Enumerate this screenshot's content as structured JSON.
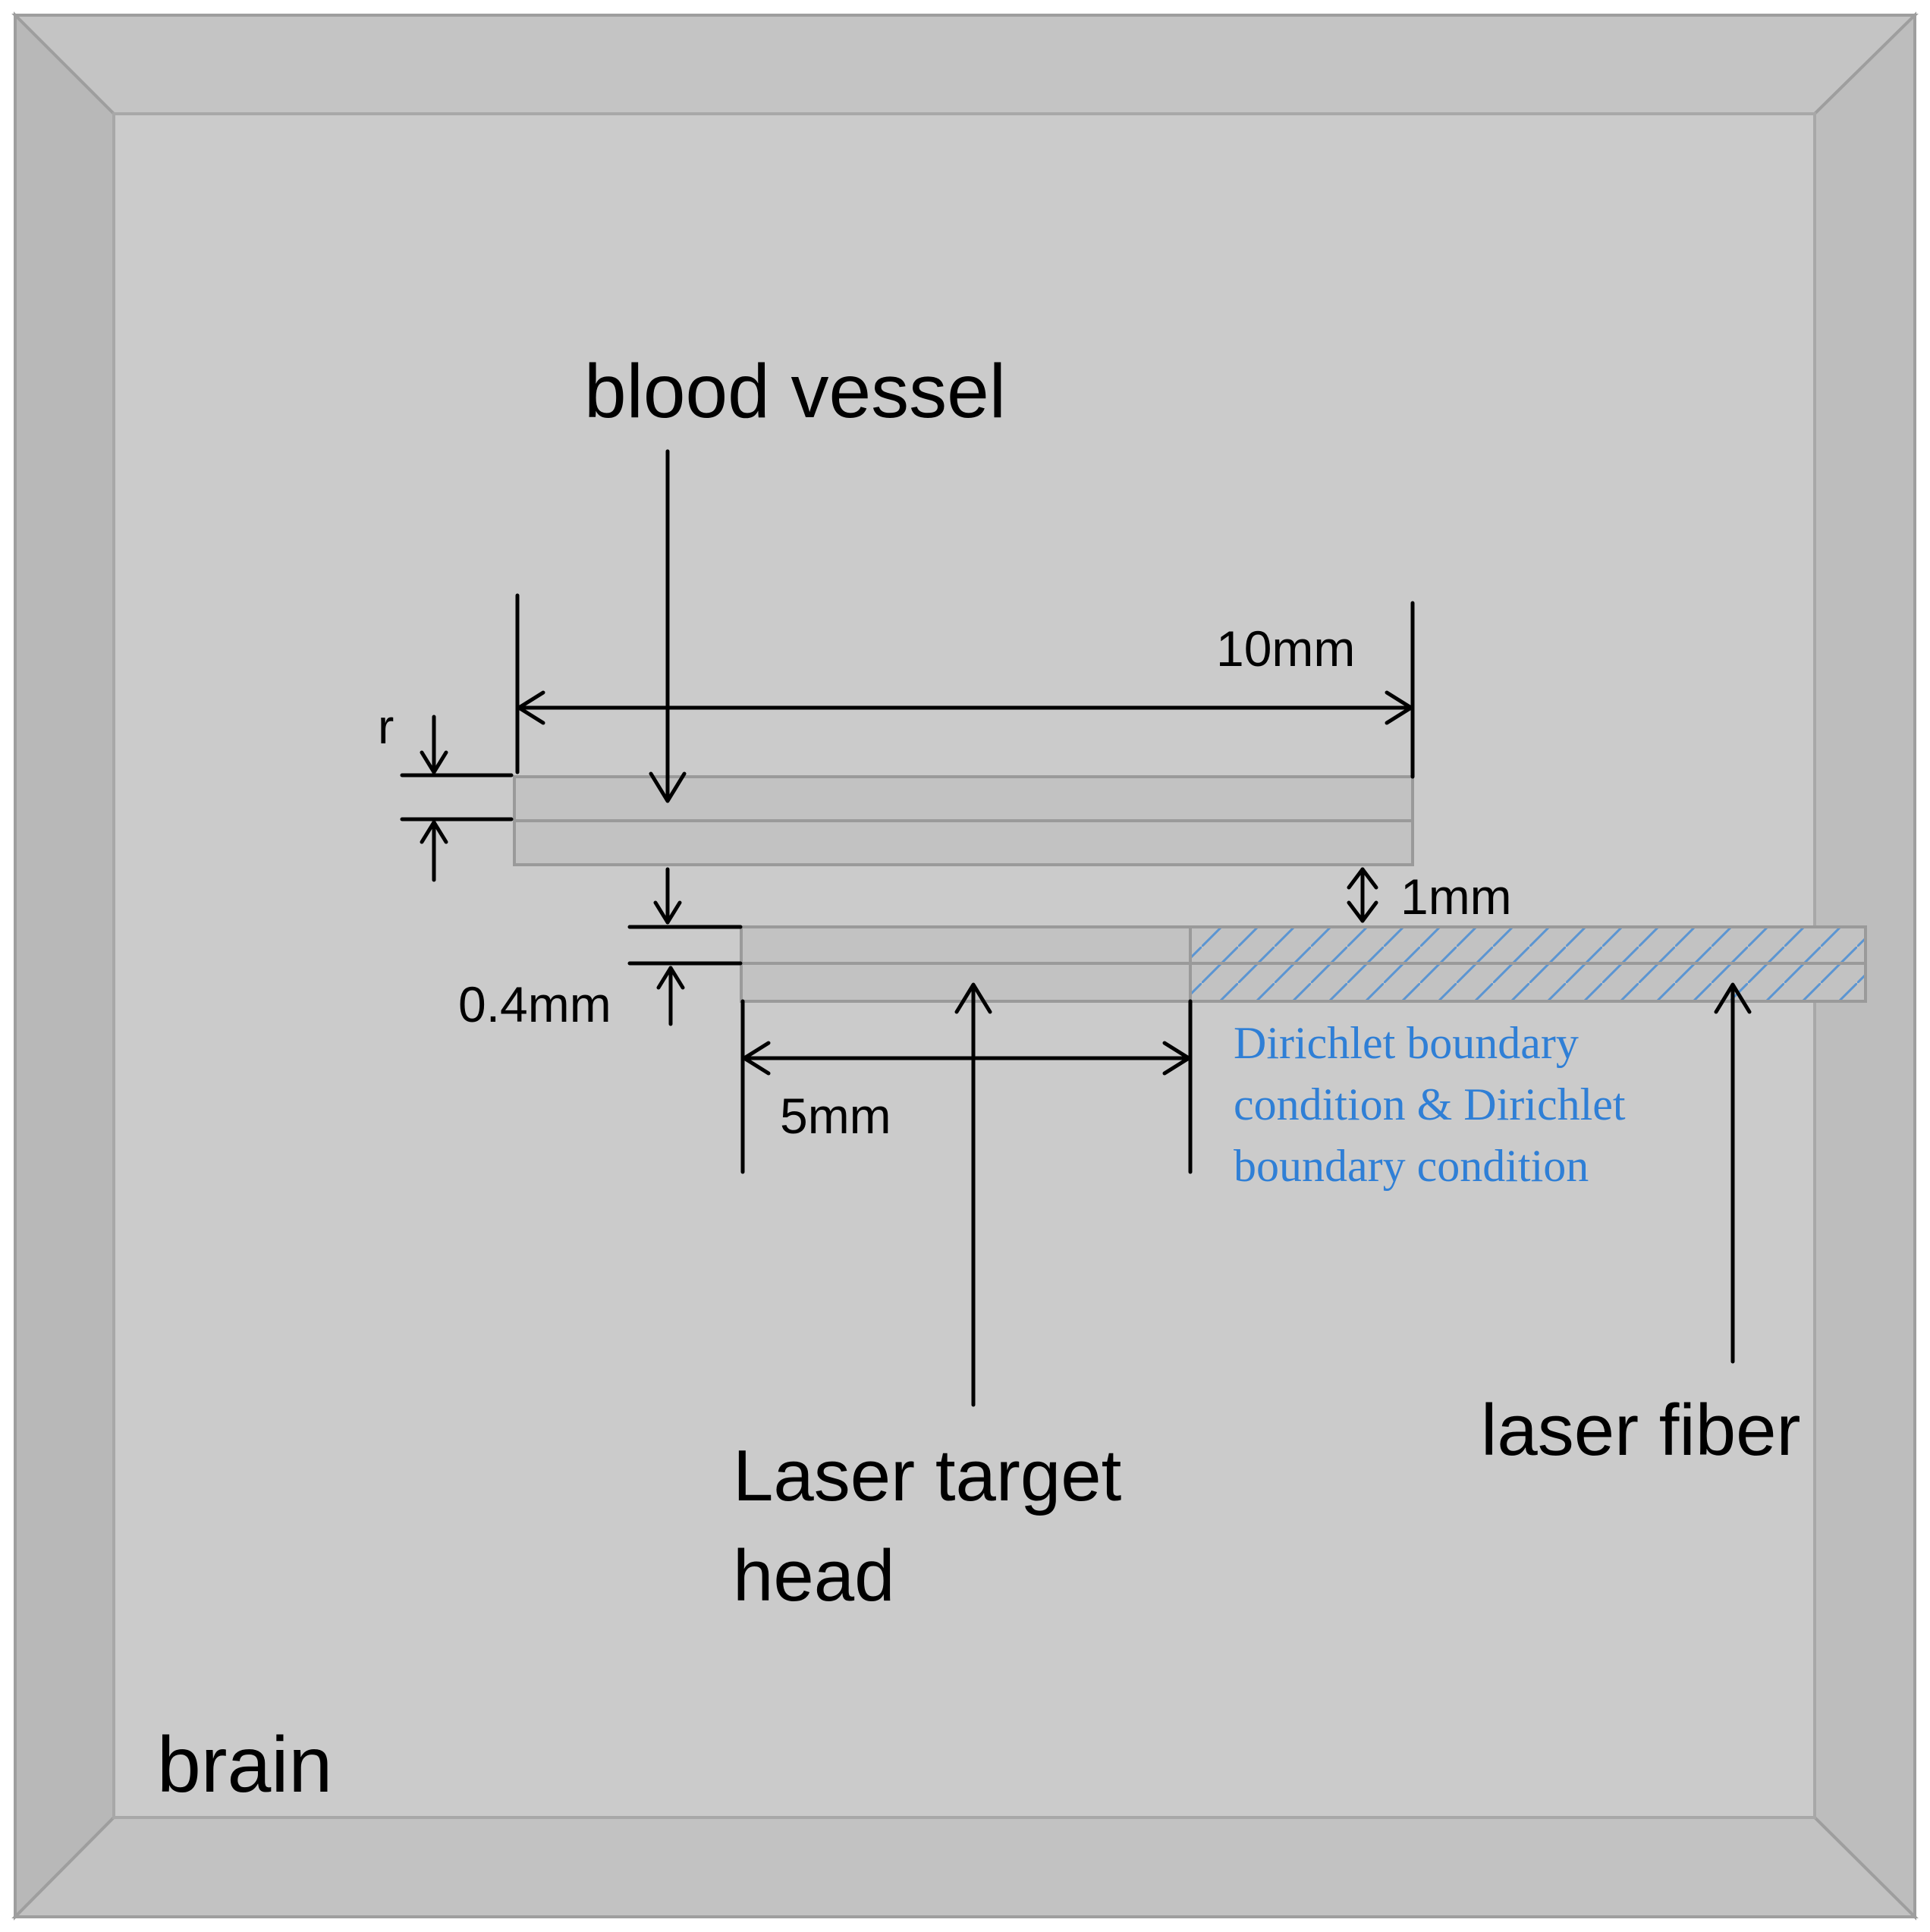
{
  "labels": {
    "region": "brain",
    "vessel": "blood vessel",
    "fiber": "laser fiber",
    "target_line1": "Laser target",
    "target_line2": "head",
    "boundary_line1": "Dirichlet boundary",
    "boundary_line2": "condition & Dirichlet",
    "boundary_line3": "boundary condition"
  },
  "dimensions": {
    "vessel_length": "10mm",
    "vessel_radius": "r",
    "gap": "1mm",
    "target_thickness": "0.4mm",
    "target_length": "5mm"
  },
  "colors": {
    "frame_outer": "#b3b3b3",
    "frame_inner": "#cbcbcb",
    "rod": "#c2c2c2",
    "boundary_text": "#2f7fd6",
    "hatch": "#5b95d2"
  }
}
